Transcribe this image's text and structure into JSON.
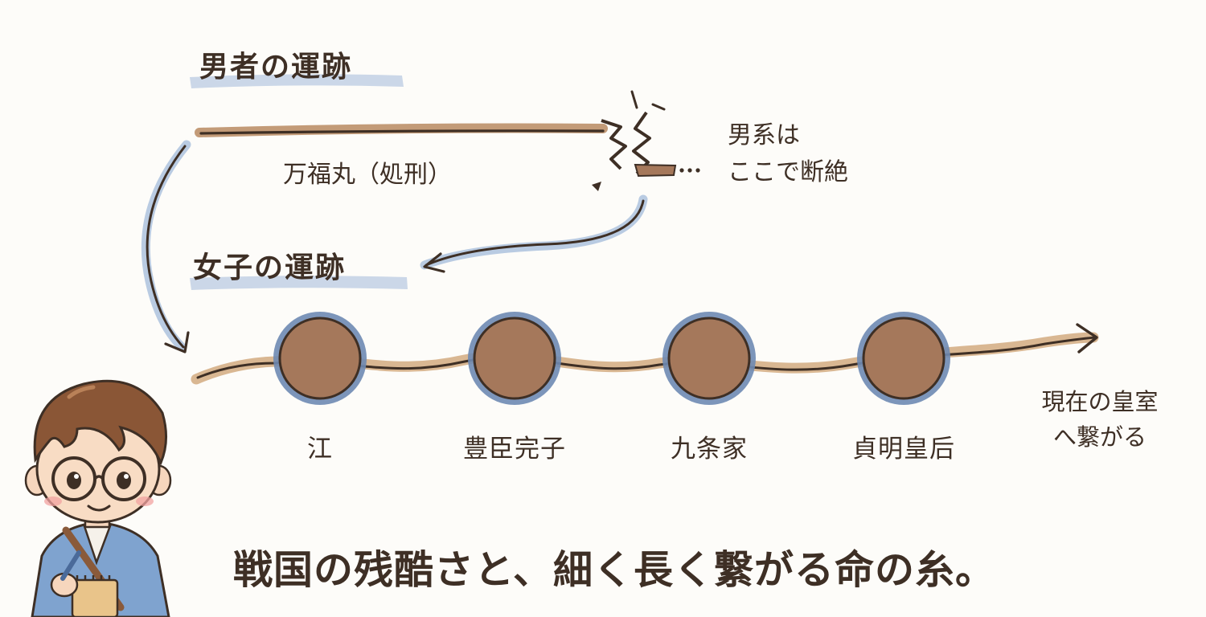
{
  "headings": {
    "male": "男者の運跡",
    "female": "女子の運跡"
  },
  "male_line": {
    "label": "万福丸（処刑）",
    "note": [
      "男系は",
      "ここで断絶"
    ]
  },
  "female_line": {
    "nodes": [
      "江",
      "豊臣完子",
      "九条家",
      "貞明皇后"
    ],
    "end_note": [
      "現在の皇室",
      "へ繋がる"
    ]
  },
  "caption": "戦国の残酷さと、細く長く繋がる命の糸。",
  "colors": {
    "ink": "#3e2f25",
    "thread": "#b88a61",
    "highlight": "#b9cbe2",
    "node_fill": "#a5785b",
    "node_ring": "#6e89b3"
  },
  "icons": {
    "character": "student-writing-notebook-icon"
  }
}
